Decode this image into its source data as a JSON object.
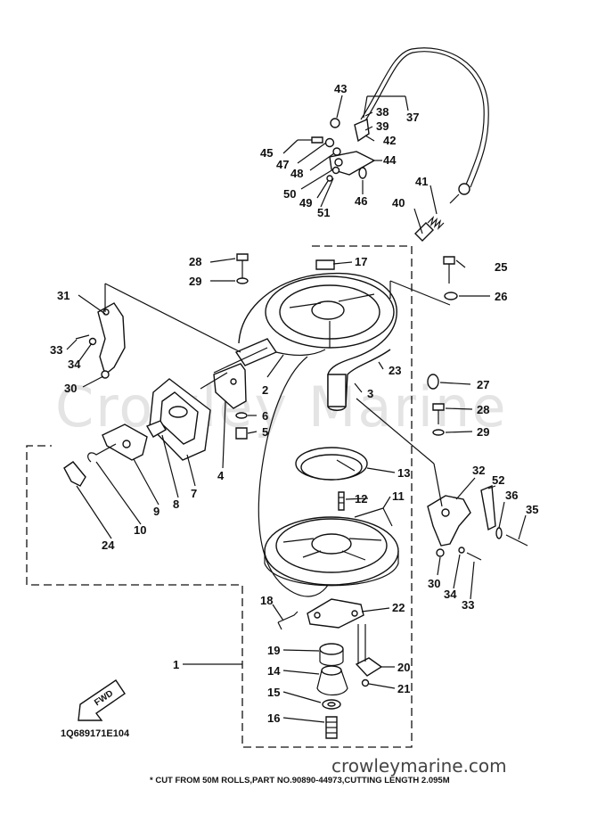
{
  "watermark": "Crowley Marine",
  "diagram_code": "1Q689171E104",
  "footnote": "* CUT FROM 50M ROLLS,PART NO.90890-44973,CUTTING LENGTH 2.095M",
  "site": "crowleymarine.com",
  "fwd_label": "FWD",
  "callouts": {
    "p1": "1",
    "p2": "2",
    "p3": "3",
    "p4": "4",
    "p5": "5",
    "p6": "6",
    "p7": "7",
    "p8": "8",
    "p9": "9",
    "p10": "10",
    "p11": "11",
    "p12": "12",
    "p13": "13",
    "p14": "14",
    "p15": "15",
    "p16": "16",
    "p17": "17",
    "p18": "18",
    "p19": "19",
    "p20": "20",
    "p21": "21",
    "p22": "22",
    "p23": "23",
    "p24": "24",
    "p25": "25",
    "p26": "26",
    "p27": "27",
    "p28a": "28",
    "p28b": "28",
    "p29a": "29",
    "p29b": "29",
    "p30a": "30",
    "p30b": "30",
    "p31": "31",
    "p32": "32",
    "p33a": "33",
    "p33b": "33",
    "p34a": "34",
    "p34b": "34",
    "p35": "35",
    "p36": "36",
    "p37": "37",
    "p38": "38",
    "p39": "39",
    "p40": "40",
    "p41": "41",
    "p42": "42",
    "p43": "43",
    "p44": "44",
    "p45": "45",
    "p46": "46",
    "p47": "47",
    "p48": "48",
    "p49": "49",
    "p50": "50",
    "p51": "51",
    "p52": "52"
  }
}
